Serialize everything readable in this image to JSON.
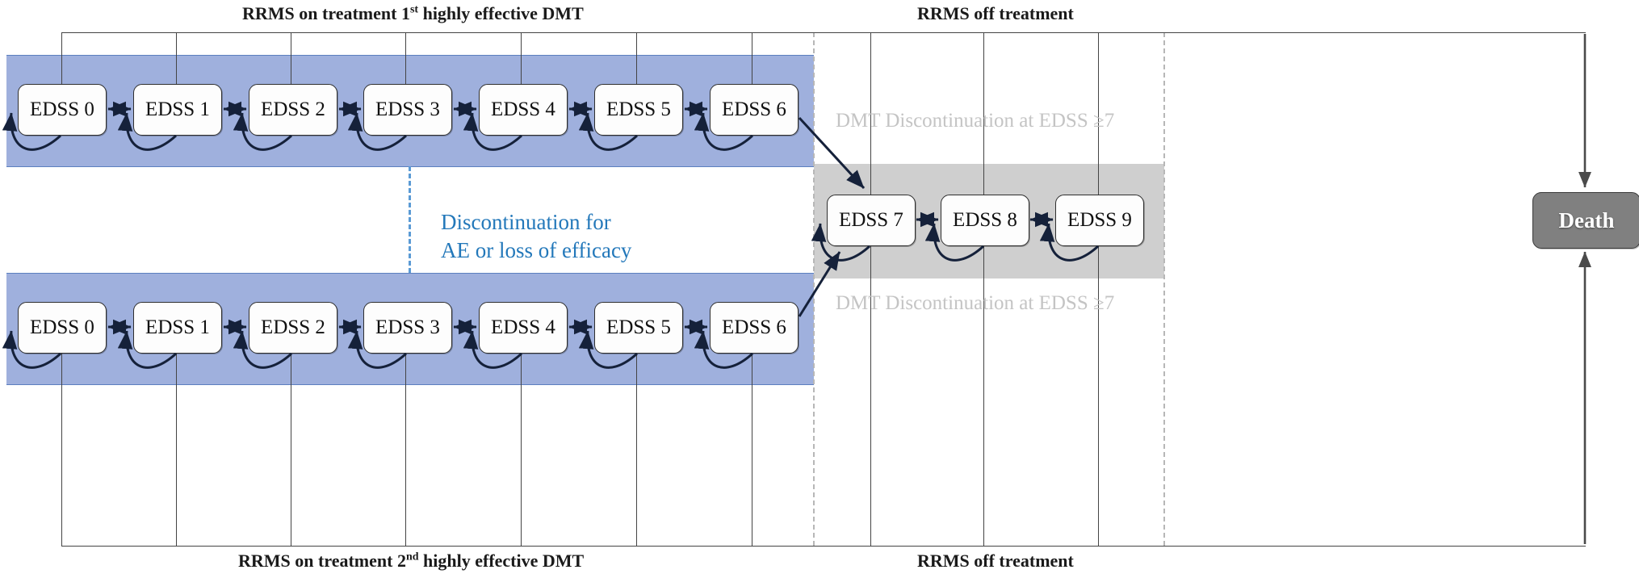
{
  "diagram": {
    "title_top_left": "RRMS on treatment  1st highly  effective DMT",
    "title_top_left_parts": {
      "pre": "RRMS on treatment  1",
      "sup": "st",
      "post": " highly  effective DMT"
    },
    "title_top_right": "RRMS off treatment",
    "title_bottom_left_parts": {
      "pre": "RRMS on treatment  2",
      "sup": "nd",
      "post": " highly  effective DMT"
    },
    "title_bottom_right": "RRMS off treatment",
    "discontinuation_mid": {
      "line1": "Discontinuation  for",
      "line2": "AE or loss of efficacy"
    },
    "dmt_disc_top": "DMT Discontinuation  at EDSS ≥7",
    "dmt_disc_bottom": "DMT Discontinuation  at EDSS ≥7",
    "death_label": "Death",
    "top_row_nodes": [
      "EDSS 0",
      "EDSS 1",
      "EDSS 2",
      "EDSS 3",
      "EDSS 4",
      "EDSS 5",
      "EDSS 6"
    ],
    "bottom_row_nodes": [
      "EDSS 0",
      "EDSS 1",
      "EDSS 2",
      "EDSS 3",
      "EDSS 4",
      "EDSS 5",
      "EDSS 6"
    ],
    "off_treatment_nodes": [
      "EDSS 7",
      "EDSS 8",
      "EDSS 9"
    ],
    "colors": {
      "band_blue": "#9fb0dd",
      "band_gray": "#cfcfcf",
      "death_box": "#808080",
      "accent_blue_text": "#2378ba",
      "disc_gray_text": "#c4c4c4",
      "node_border": "#2f2f2f"
    }
  },
  "chart_data": {
    "type": "diagram",
    "title": "Markov state-transition model for RRMS on/off highly effective DMT",
    "states_on_treatment_1st": [
      "EDSS 0",
      "EDSS 1",
      "EDSS 2",
      "EDSS 3",
      "EDSS 4",
      "EDSS 5",
      "EDSS 6"
    ],
    "states_on_treatment_2nd": [
      "EDSS 0",
      "EDSS 1",
      "EDSS 2",
      "EDSS 3",
      "EDSS 4",
      "EDSS 5",
      "EDSS 6"
    ],
    "states_off_treatment": [
      "EDSS 7",
      "EDSS 8",
      "EDSS 9"
    ],
    "absorbing_state": "Death",
    "transitions": [
      "bidirectional between adjacent EDSS states within each row",
      "self-loop on every EDSS state",
      "EDSS 6 (1st DMT) -> EDSS 7 via DMT Discontinuation at EDSS >=7",
      "EDSS 6 (2nd DMT) -> EDSS 7 via DMT Discontinuation at EDSS >=7",
      "1st DMT row -> 2nd DMT row via Discontinuation for AE or loss of efficacy",
      "all states -> Death"
    ]
  }
}
